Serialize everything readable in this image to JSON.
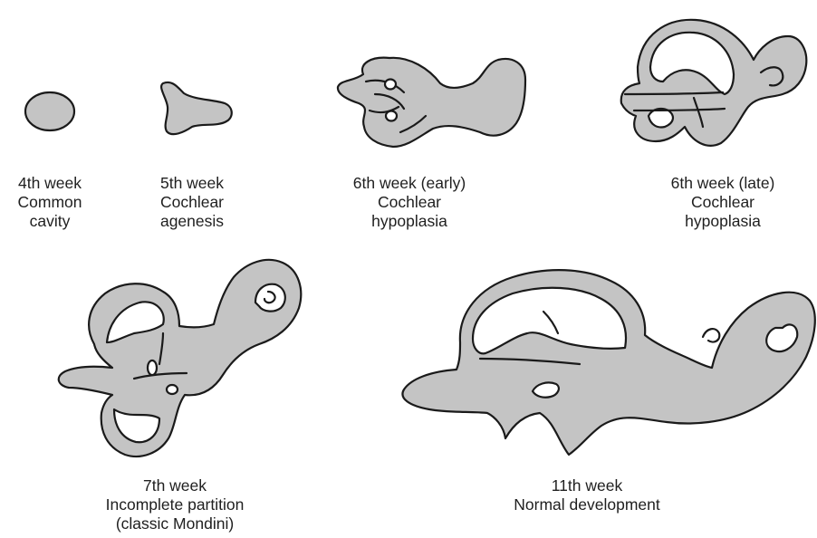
{
  "stages": [
    {
      "week": "4th week",
      "lines": [
        "Common",
        "cavity"
      ]
    },
    {
      "week": "5th week",
      "lines": [
        "Cochlear",
        "agenesis"
      ]
    },
    {
      "week": "6th week (early)",
      "lines": [
        "Cochlear",
        "hypoplasia"
      ]
    },
    {
      "week": "6th week (late)",
      "lines": [
        "Cochlear",
        "hypoplasia"
      ]
    },
    {
      "week": "7th week",
      "lines": [
        "Incomplete partition",
        "(classic Mondini)"
      ]
    },
    {
      "week": "11th week",
      "lines": [
        "Normal development"
      ]
    }
  ],
  "colors": {
    "fill": "#c4c4c4",
    "stroke": "#1a1a1a",
    "background": "#ffffff"
  }
}
